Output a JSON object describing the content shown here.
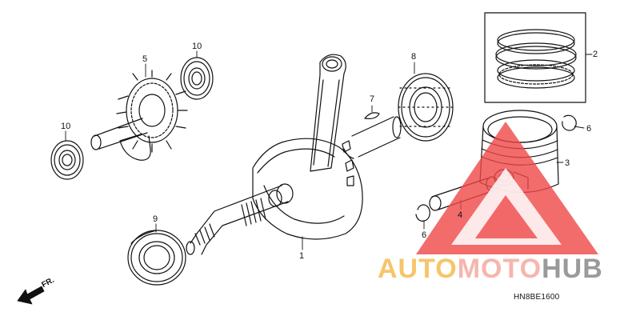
{
  "callouts": {
    "c1": "1",
    "c2": "2",
    "c3": "3",
    "c4": "4",
    "c5": "5",
    "c6a": "6",
    "c6b": "6",
    "c7": "7",
    "c8": "8",
    "c9": "9",
    "c10a": "10",
    "c10b": "10"
  },
  "front_marker": "FR.",
  "drawing_code": "HN8BE1600",
  "watermark": {
    "part1": "AUTO",
    "part2": "MOTO",
    "part3": "HUB"
  },
  "colors": {
    "line": "#111111",
    "watermark_triangle": "#ef4747",
    "watermark_auto": "#f6c56a",
    "watermark_moto": "#f5b6ae",
    "watermark_hub": "#9a9a9a"
  }
}
